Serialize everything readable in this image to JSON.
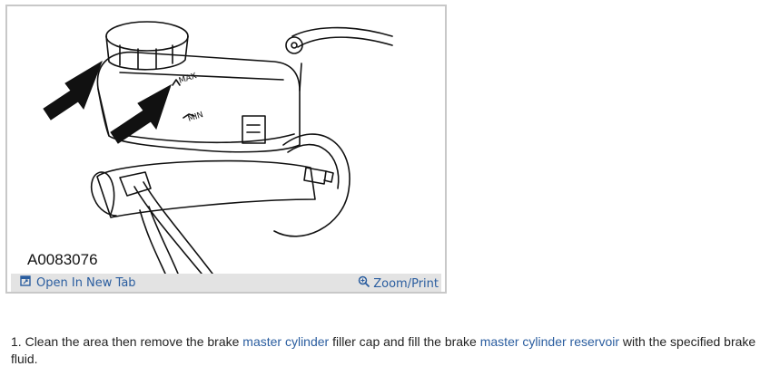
{
  "figure": {
    "id_label": "A0083076",
    "open_tab_label": "Open In New Tab",
    "zoom_label": "Zoom/Print",
    "open_tab_icon": "open-new-tab-icon",
    "zoom_icon": "magnifier-icon",
    "illustration_text": {
      "max_mark": "MAX",
      "min_mark": "MIN"
    }
  },
  "step": {
    "number": "1.",
    "text_part1": " Clean the area then remove the brake ",
    "link1": "master cylinder",
    "text_part2": " filler cap and fill the brake ",
    "link2": "master cylinder reservoir",
    "text_part3": " with the specified brake fluid."
  },
  "colors": {
    "link": "#2a5d9f",
    "toolbar_bg": "#e3e3e3",
    "frame_border": "#c8c8c8"
  }
}
